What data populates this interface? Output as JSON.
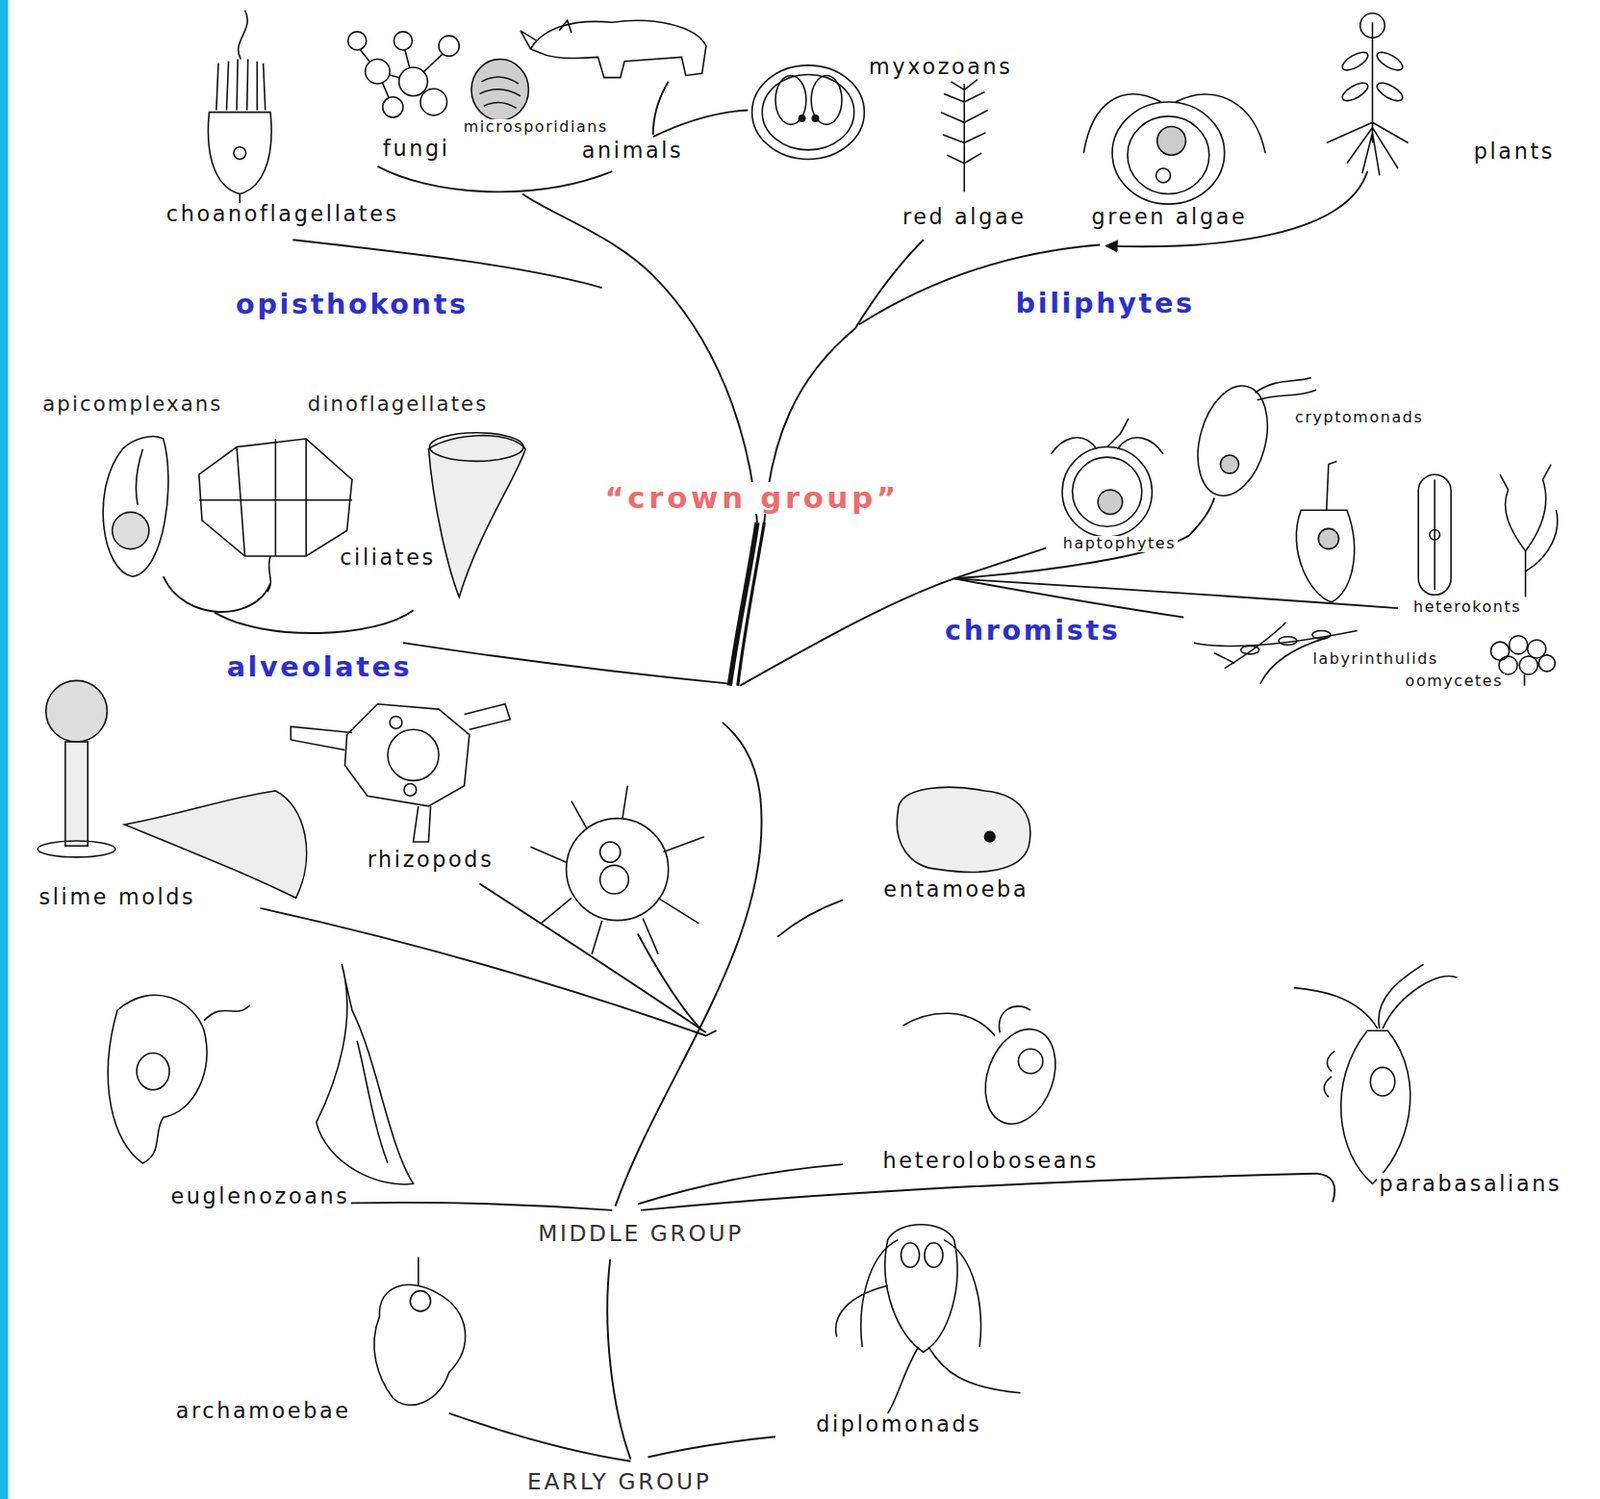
{
  "diagram": {
    "labels": [
      "myxozoans",
      "microsporidians",
      "fungi",
      "animals",
      "plants",
      "choanoflagellates",
      "red algae",
      "green algae",
      "opisthokonts",
      "biliphytes",
      "apicomplexans",
      "dinoflagellates",
      "cryptomonads",
      "“crown group”",
      "ciliates",
      "haptophytes",
      "heterokonts",
      "chromists",
      "alveolates",
      "labyrinthulids",
      "oomycetes",
      "rhizopods",
      "slime molds",
      "entamoeba",
      "heteroloboseans",
      "parabasalians",
      "euglenozoans",
      "MIDDLE GROUP",
      "archamoebae",
      "diplomonads",
      "EARLY GROUP"
    ]
  }
}
